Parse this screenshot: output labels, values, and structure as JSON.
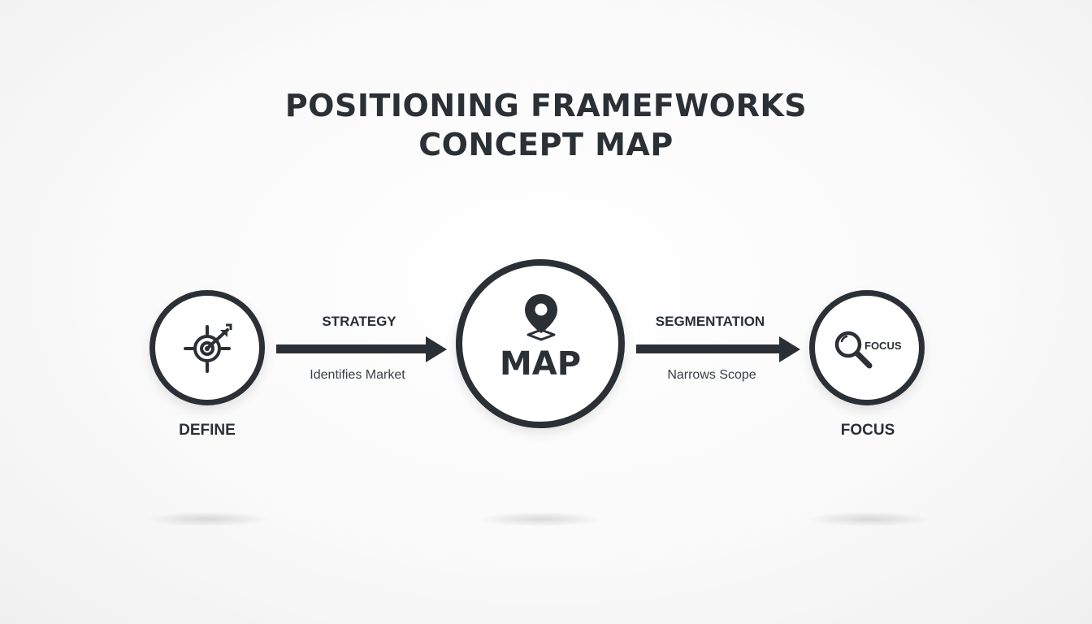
{
  "title": {
    "line1": "POSITIONING FRAMEFWORKS",
    "line2": "CONCEPT MAP"
  },
  "nodes": {
    "define": {
      "label": "DEFINE",
      "icon": "target-arrow-icon"
    },
    "map": {
      "label": "MAP",
      "icon": "map-pin-icon"
    },
    "focus": {
      "label": "FOCUS",
      "inner_label": "FOCUS",
      "icon": "magnifier-icon"
    }
  },
  "edges": {
    "strategy": {
      "label": "STRATEGY",
      "sublabel": "Identifies Market"
    },
    "segmentation": {
      "label": "SEGMENTATION",
      "sublabel": "Narrows Scope"
    }
  },
  "colors": {
    "primary": "#2b3036",
    "background": "#f7f7f7"
  }
}
